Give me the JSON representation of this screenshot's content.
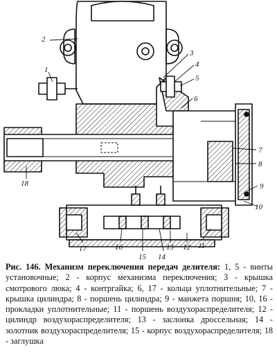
{
  "figure": {
    "callouts": [
      "1",
      "2",
      "3",
      "4",
      "5",
      "6",
      "7",
      "8",
      "9",
      "10",
      "11",
      "12",
      "13",
      "14",
      "15",
      "16",
      "17",
      "18"
    ]
  },
  "caption": {
    "lead": "Рис. 146. Механизм переключения передач делителя:",
    "text": " 1, 5 - винты установочные; 2 - корпус механизма переключения; 3 - крышка смотрового люка; 4 - контргайка; 6, 17 - кольца уплотнительные; 7 - крышка цилиндра; 8 - поршень цилиндра; 9 - манжета поршня; 10, 16 - прокладки уплотнительные; 11 - поршень воздухораспределителя; 12 - цилиндр воздухораспределителя; 13 - заслонка дроссельная; 14 - золотник воздухораспределителя; 15 - корпус воздухораспределителя; 18 - заглушка"
  }
}
